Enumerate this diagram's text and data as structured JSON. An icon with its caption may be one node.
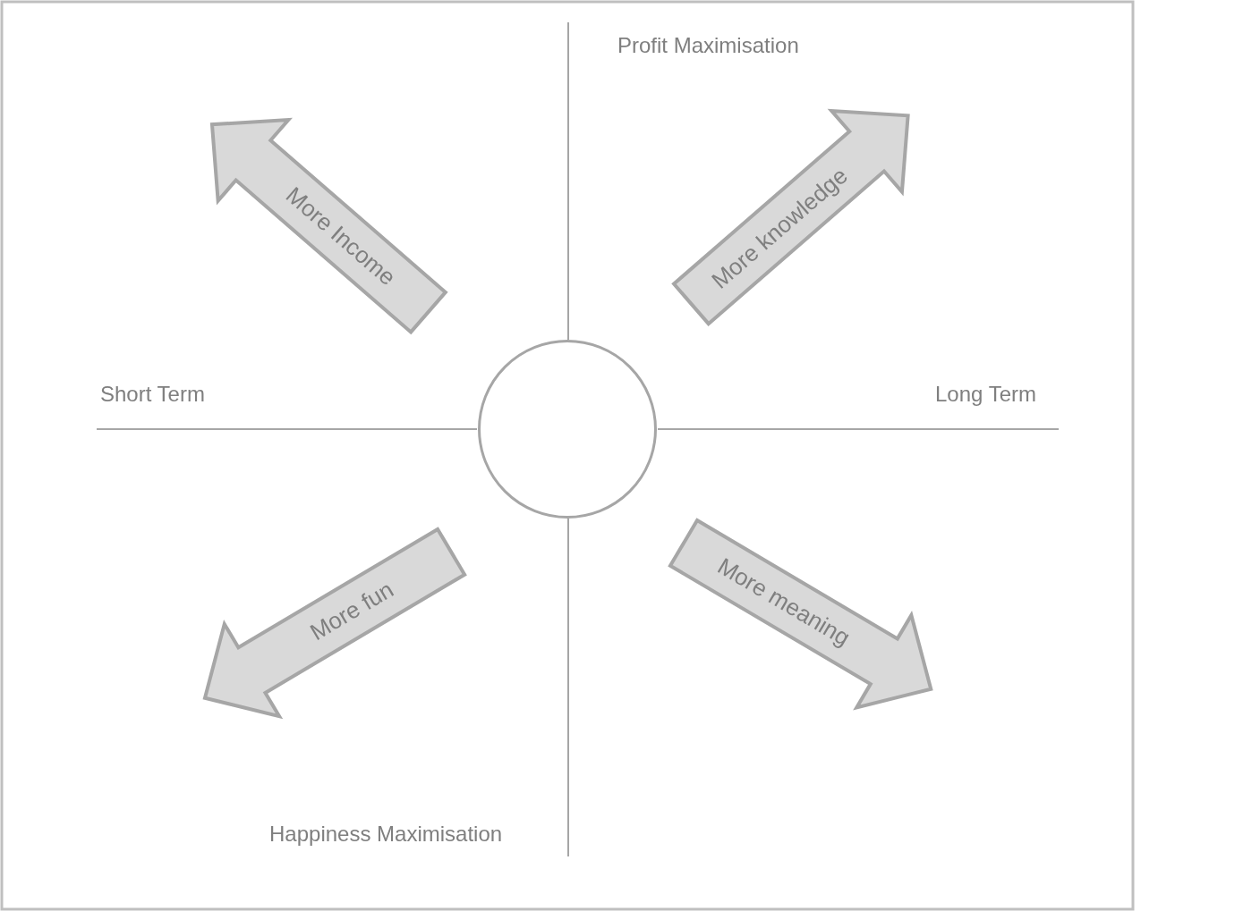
{
  "diagram": {
    "nodes": [
      {
        "text": [
          "More Income"
        ]
      },
      {
        "text": [
          "More knowledge"
        ]
      },
      {
        "text": [],
        "shape": "circle"
      },
      {
        "text": [
          "More fun"
        ]
      },
      {
        "text": [
          "More meaning"
        ]
      }
    ],
    "labels": [
      "Profit Maximisation",
      "Short Term",
      "Long Term",
      "Happiness Maximisation"
    ]
  }
}
